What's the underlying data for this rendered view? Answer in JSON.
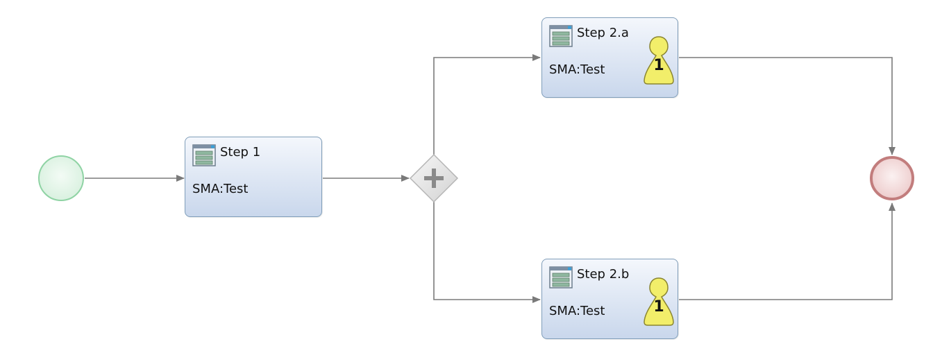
{
  "diagram": {
    "start_event": {
      "color": "#6ccf8f"
    },
    "end_event": {
      "color": "#b85555"
    },
    "gateway": {
      "symbol": "+"
    },
    "tasks": [
      {
        "id": "step1",
        "name": "Step 1",
        "subtitle": "SMA:Test"
      },
      {
        "id": "step2a",
        "name": "Step 2.a",
        "subtitle": "SMA:Test",
        "badge": "1"
      },
      {
        "id": "step2b",
        "name": "Step 2.b",
        "subtitle": "SMA:Test",
        "badge": "1"
      }
    ]
  }
}
